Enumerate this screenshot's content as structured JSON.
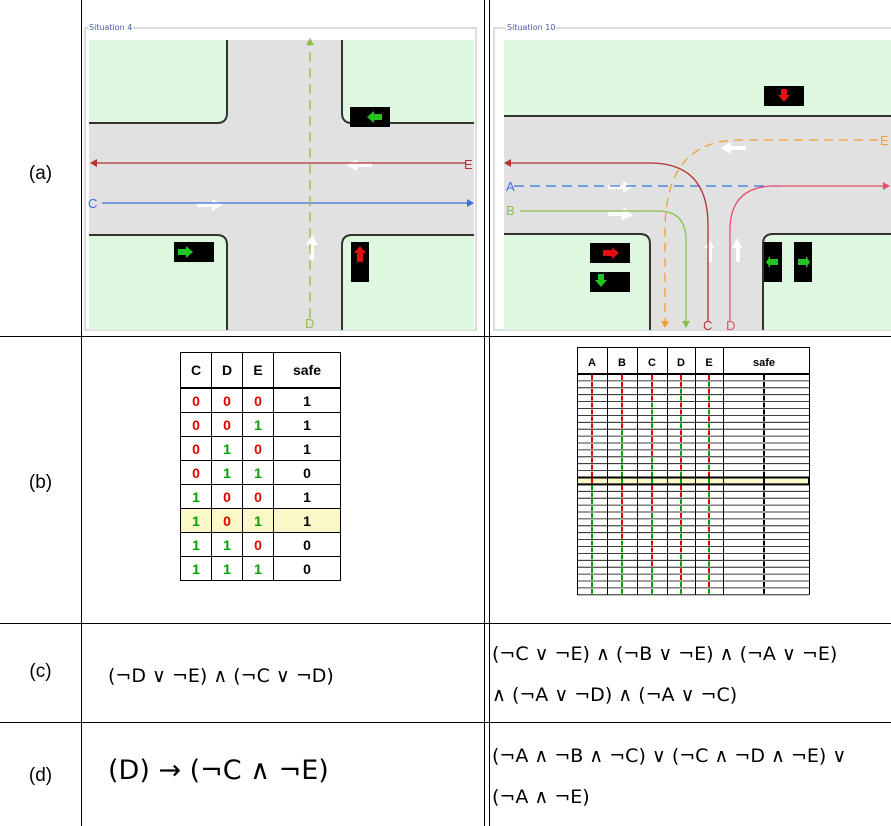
{
  "rows": [
    {
      "label": "(a)"
    },
    {
      "label": "(b)"
    },
    {
      "label": "(c)"
    },
    {
      "label": "(d)"
    }
  ],
  "situation_left": {
    "title": "Situation 4",
    "routes": {
      "c": "C",
      "d": "D",
      "e": "E"
    }
  },
  "situation_right": {
    "title": "Situation 10",
    "routes": {
      "a": "A",
      "b": "B",
      "c": "C",
      "d": "D",
      "e": "E"
    }
  },
  "table_left": {
    "headers": [
      "C",
      "D",
      "E",
      "safe"
    ],
    "rows": [
      [
        "0",
        "0",
        "0",
        "1"
      ],
      [
        "0",
        "0",
        "1",
        "1"
      ],
      [
        "0",
        "1",
        "0",
        "1"
      ],
      [
        "0",
        "1",
        "1",
        "0"
      ],
      [
        "1",
        "0",
        "0",
        "1"
      ],
      [
        "1",
        "0",
        "1",
        "1"
      ],
      [
        "1",
        "1",
        "0",
        "0"
      ],
      [
        "1",
        "1",
        "1",
        "0"
      ]
    ],
    "highlight_row": 5
  },
  "table_right": {
    "headers": [
      "A",
      "B",
      "C",
      "D",
      "E",
      "safe"
    ]
  },
  "formula_c_left": "(¬D ∨ ¬E) ∧ (¬C ∨ ¬D)",
  "formula_c_right_line1": "(¬C ∨ ¬E) ∧ (¬B ∨ ¬E) ∧ (¬A ∨ ¬E)",
  "formula_c_right_line2": "∧ (¬A ∨ ¬D) ∧ (¬A ∨ ¬C)",
  "formula_d_left": "(D) → (¬C ∧ ¬E)",
  "formula_d_right_line1": "(¬A ∧ ¬B ∧ ¬C) ∨ (¬C ∧ ¬D ∧ ¬E) ∨",
  "formula_d_right_line2": "(¬A ∧ ¬E)",
  "colors": {
    "grass": "#dff6df",
    "road": "#e1e1e1",
    "red": "#c0202a",
    "blue": "#3a6fe0",
    "green": "#8cc04a",
    "orange": "#f0a030",
    "pink": "#e8506a",
    "highlight": "#fbf8c8"
  }
}
